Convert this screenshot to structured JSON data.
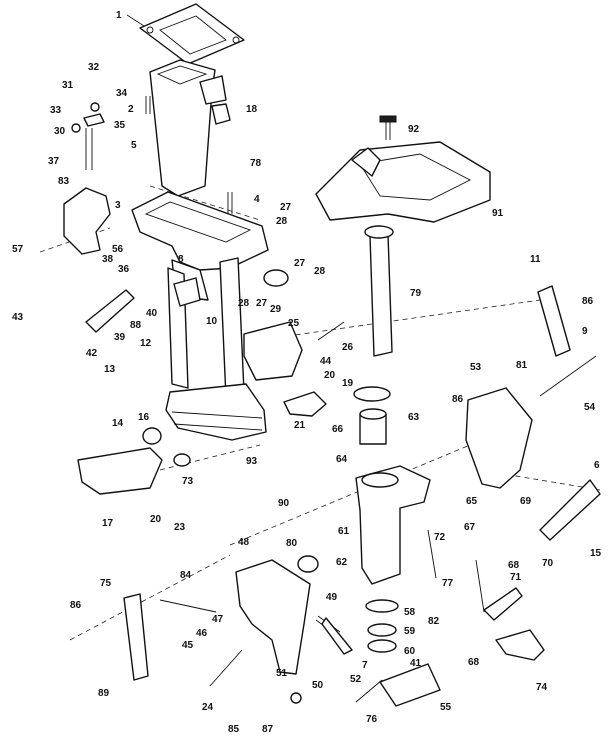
{
  "callouts": [
    "1",
    "2",
    "3",
    "4",
    "5",
    "6",
    "7",
    "8",
    "9",
    "10",
    "11",
    "12",
    "13",
    "14",
    "15",
    "16",
    "17",
    "18",
    "19",
    "20",
    "20",
    "21",
    "23",
    "24",
    "25",
    "26",
    "27",
    "27",
    "27",
    "28",
    "28",
    "28",
    "29",
    "30",
    "31",
    "32",
    "33",
    "34",
    "35",
    "36",
    "37",
    "38",
    "39",
    "40",
    "41",
    "42",
    "43",
    "44",
    "45",
    "46",
    "47",
    "48",
    "49",
    "50",
    "51",
    "52",
    "53",
    "54",
    "55",
    "56",
    "57",
    "58",
    "59",
    "60",
    "61",
    "62",
    "63",
    "64",
    "65",
    "66",
    "67",
    "68",
    "68",
    "69",
    "70",
    "71",
    "72",
    "73",
    "74",
    "75",
    "76",
    "77",
    "78",
    "79",
    "80",
    "81",
    "82",
    "83",
    "84",
    "85",
    "86",
    "86",
    "86",
    "87",
    "88",
    "89",
    "90",
    "91",
    "92",
    "93"
  ],
  "colors": {
    "ink": "#111111",
    "paper": "#ffffff"
  }
}
